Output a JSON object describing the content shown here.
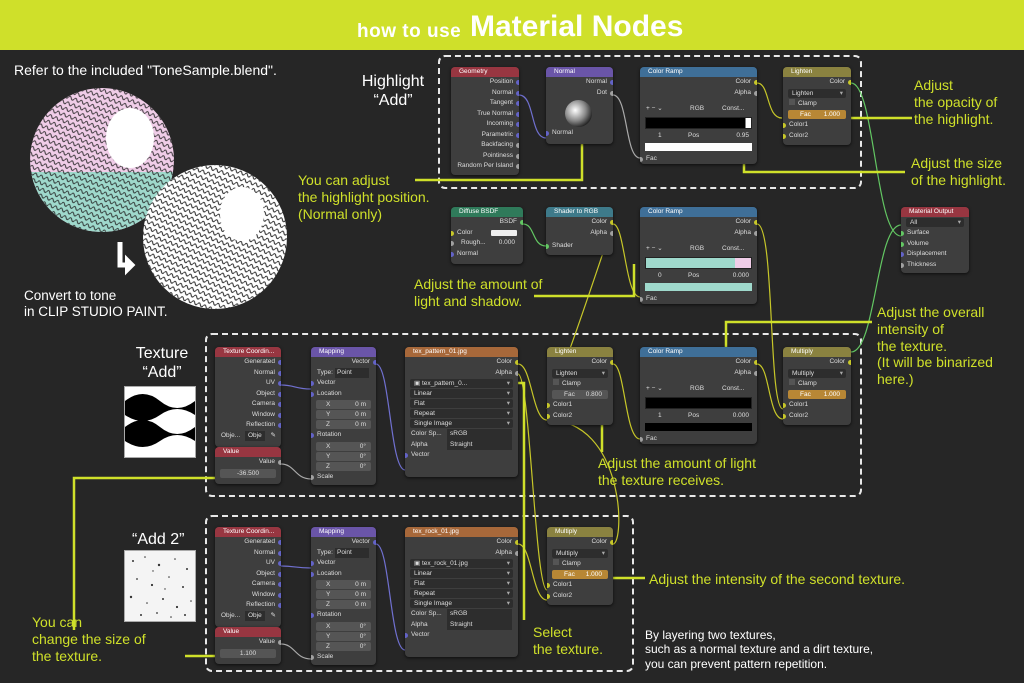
{
  "banner": {
    "prefix": "how to use",
    "title": "Material Nodes"
  },
  "refer_text": "Refer to the included \"ToneSample.blend\".",
  "convert_text": [
    "Convert to tone",
    "in CLIP STUDIO PAINT."
  ],
  "sections": {
    "highlight": [
      "Highlight",
      "“Add”"
    ],
    "texture": [
      "Texture",
      "“Add”"
    ],
    "add2": "“Add 2”"
  },
  "annotations": {
    "highlight_pos": [
      "You can adjust",
      "the highlight position.",
      "(Normal only)"
    ],
    "opacity": [
      "Adjust",
      "the opacity of",
      "the highlight."
    ],
    "size": [
      "Adjust the size",
      "of the highlight."
    ],
    "light_shadow": [
      "Adjust the amount of",
      "light and shadow."
    ],
    "overall": [
      "Adjust the overall",
      "intensity of",
      "the texture.",
      "(It will be binarized",
      "here.)"
    ],
    "tex_light": [
      "Adjust the amount of light",
      "the texture receives."
    ],
    "second_tex": "Adjust the intensity of the second texture.",
    "change_size": [
      "You can",
      "change the size of",
      "the texture."
    ],
    "select": [
      "Select",
      "the texture."
    ],
    "layering": [
      "By layering two textures,",
      "such as a normal texture and a dirt texture,",
      "you can prevent pattern repetition."
    ]
  },
  "nodes": {
    "geometry": {
      "title": "Geometry",
      "outputs": [
        "Position",
        "Normal",
        "Tangent",
        "True Normal",
        "Incoming",
        "Parametric",
        "Backfacing",
        "Pointiness",
        "Random Per Island"
      ]
    },
    "normal": {
      "title": "Normal",
      "out1": "Normal",
      "out2": "Dot",
      "in": "Normal"
    },
    "ramp1": {
      "title": "Color Ramp",
      "out1": "Color",
      "out2": "Alpha",
      "controls": "+   −   ⌄",
      "mode": "RGB",
      "interp": "Const...",
      "stop": "1",
      "pos_label": "Pos",
      "pos": "0.95",
      "fac": "Fac"
    },
    "lighten1": {
      "title": "Lighten",
      "out": "Color",
      "mode": "Lighten",
      "clamp": "Clamp",
      "fac_label": "Fac",
      "fac": "1.000",
      "in1": "Color1",
      "in2": "Color2"
    },
    "output": {
      "title": "Material Output",
      "target": "All",
      "inputs": [
        "Surface",
        "Volume",
        "Displacement",
        "Thickness"
      ]
    },
    "diffuse": {
      "title": "Diffuse BSDF",
      "out": "BSDF",
      "color": "Color",
      "rough_label": "Rough...",
      "rough": "0.000",
      "normal": "Normal"
    },
    "shader_rgb": {
      "title": "Shader to RGB",
      "out1": "Color",
      "out2": "Alpha",
      "in": "Shader"
    },
    "ramp2": {
      "title": "Color Ramp",
      "out1": "Color",
      "out2": "Alpha",
      "controls": "+   −   ⌄",
      "mode": "RGB",
      "interp": "Const...",
      "stop": "0",
      "pos_label": "Pos",
      "pos": "0.000",
      "fac": "Fac"
    },
    "texcoord1": {
      "title": "Texture Coordin...",
      "outputs": [
        "Generated",
        "Normal",
        "UV",
        "Object",
        "Camera",
        "Window",
        "Reflection"
      ],
      "obj": "Obje...",
      "obj_val": "Obje"
    },
    "value1": {
      "title": "Value",
      "out": "Value",
      "val": "-36.500"
    },
    "mapping1": {
      "title": "Mapping",
      "out": "Vector",
      "type_label": "Type:",
      "type": "Point",
      "vector": "Vector",
      "location": "Location",
      "loc": [
        "0 m",
        "0 m",
        "0 m"
      ],
      "rotation": "Rotation",
      "rot": [
        "0°",
        "0°",
        "0°"
      ],
      "axes": [
        "X",
        "Y",
        "Z"
      ],
      "scale": "Scale"
    },
    "tex1": {
      "title": "tex_pattern_01.jpg",
      "out1": "Color",
      "out2": "Alpha",
      "file": "tex_pattern_0...",
      "interp": "Linear",
      "proj": "Flat",
      "ext": "Repeat",
      "src": "Single Image",
      "cs_label": "Color Sp...",
      "cs": "sRGB",
      "alpha_label": "Alpha",
      "alpha": "Straight",
      "vector": "Vector"
    },
    "lighten2": {
      "title": "Lighten",
      "out": "Color",
      "mode": "Lighten",
      "clamp": "Clamp",
      "fac_label": "Fac",
      "fac": "0.800",
      "in1": "Color1",
      "in2": "Color2"
    },
    "ramp3": {
      "title": "Color Ramp",
      "out1": "Color",
      "out2": "Alpha",
      "controls": "+   −   ⌄",
      "mode": "RGB",
      "interp": "Const...",
      "stop": "1",
      "pos_label": "Pos",
      "pos": "0.000",
      "fac": "Fac"
    },
    "multiply1": {
      "title": "Multiply",
      "out": "Color",
      "mode": "Multiply",
      "clamp": "Clamp",
      "fac_label": "Fac",
      "fac": "1.000",
      "in1": "Color1",
      "in2": "Color2"
    },
    "texcoord2": {
      "title": "Texture Coordin...",
      "outputs": [
        "Generated",
        "Normal",
        "UV",
        "Object",
        "Camera",
        "Window",
        "Reflection"
      ],
      "obj": "Obje...",
      "obj_val": "Obje"
    },
    "value2": {
      "title": "Value",
      "out": "Value",
      "val": "1.100"
    },
    "mapping2": {
      "title": "Mapping",
      "out": "Vector",
      "type_label": "Type:",
      "type": "Point",
      "vector": "Vector",
      "location": "Location",
      "loc": [
        "0 m",
        "0 m",
        "0 m"
      ],
      "rotation": "Rotation",
      "rot": [
        "0°",
        "0°",
        "0°"
      ],
      "axes": [
        "X",
        "Y",
        "Z"
      ],
      "scale": "Scale"
    },
    "tex2": {
      "title": "tex_rock_01.jpg",
      "out1": "Color",
      "out2": "Alpha",
      "file": "tex_rock_01.jpg",
      "interp": "Linear",
      "proj": "Flat",
      "ext": "Repeat",
      "src": "Single Image",
      "cs_label": "Color Sp...",
      "cs": "sRGB",
      "alpha_label": "Alpha",
      "alpha": "Straight",
      "vector": "Vector"
    },
    "multiply2": {
      "title": "Multiply",
      "out": "Color",
      "mode": "Multiply",
      "clamp": "Clamp",
      "fac_label": "Fac",
      "fac": "1.000",
      "in1": "Color1",
      "in2": "Color2"
    }
  },
  "colors": {
    "accent": "#cfe02a",
    "background": "#262626",
    "pink": "#f0cde8",
    "teal": "#9fd9cc"
  }
}
